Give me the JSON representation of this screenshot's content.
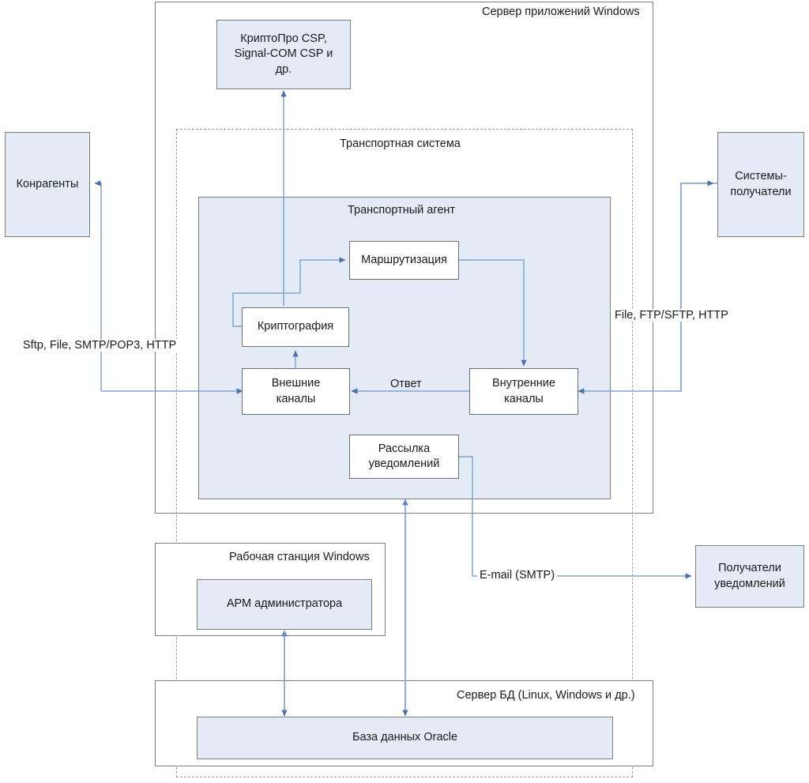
{
  "diagram": {
    "title_present": false,
    "colors": {
      "node_fill": "#e3ebf7",
      "node_border": "#7d7d7d",
      "container_border": "#7f7f7f",
      "dashed_border": "#9a9a9a",
      "arrow": "#6b8fc4",
      "text": "#1a1a1a",
      "white": "#ffffff"
    }
  },
  "containers": {
    "app_server": {
      "label": "Сервер приложений Windows"
    },
    "transport_system": {
      "label": "Транспортная система"
    },
    "transport_agent": {
      "label": "Транспортный агент"
    },
    "workstation": {
      "label": "Рабочая станция Windows"
    },
    "db_server": {
      "label": "Сервер БД (Linux, Windows и др.)"
    }
  },
  "nodes": {
    "csp": {
      "label": "КриптоПро CSP,\nSignal-COM CSP и\nдр."
    },
    "counterparties": {
      "label": "Конрагенты"
    },
    "receiver_systems": {
      "label": "Системы-\nполучатели"
    },
    "routing": {
      "label": "Маршрутизация"
    },
    "cryptography": {
      "label": "Криптография"
    },
    "external_channels": {
      "label": "Внешние\nканалы"
    },
    "internal_channels": {
      "label": "Внутренние\nканалы"
    },
    "notifications_dispatch": {
      "label": "Рассылка\nуведомлений"
    },
    "admin_workstation": {
      "label": "АРМ администратора"
    },
    "oracle_db": {
      "label": "База данных Oracle"
    },
    "notification_recipients": {
      "label": "Получатели\nуведомлений"
    }
  },
  "edge_labels": {
    "left_protocols": "Sftp, File, SMTP/POP3, HTTP",
    "right_protocols": "File, FTP/SFTP, HTTP",
    "response": "Ответ",
    "email": "E-mail (SMTP)"
  }
}
